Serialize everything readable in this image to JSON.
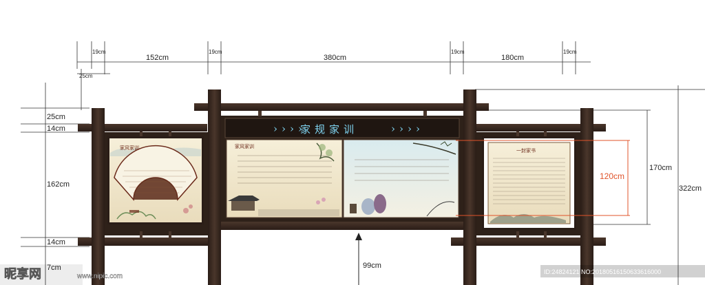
{
  "dimensions": {
    "top": [
      "19cm",
      "152cm",
      "19cm",
      "380cm",
      "19cm",
      "180cm",
      "19cm"
    ],
    "left_top": "25cm",
    "left": [
      "25cm",
      "14cm",
      "162cm",
      "14cm",
      "7cm"
    ],
    "right_total": "322cm",
    "right_panel": "170cm",
    "inner_red": "120cm",
    "bottom_clearance": "99cm"
  },
  "board": {
    "main_title": "家规家训",
    "left_panel_title": "家风家训",
    "center_panel_title": "家风家训",
    "right_panel_title": "一封家书"
  },
  "watermark": {
    "logo": "昵享网",
    "url": "www.nipic.com",
    "id_text": "ID:24824121 NO:20180516150633616000"
  },
  "colors": {
    "wood": "#3b2a22",
    "wood_dark": "#2a1d17",
    "board_bg": "#2e2119",
    "title_color": "#7fd3f0",
    "dimension_red": "#e0532a",
    "paper": "#f3ead2"
  }
}
